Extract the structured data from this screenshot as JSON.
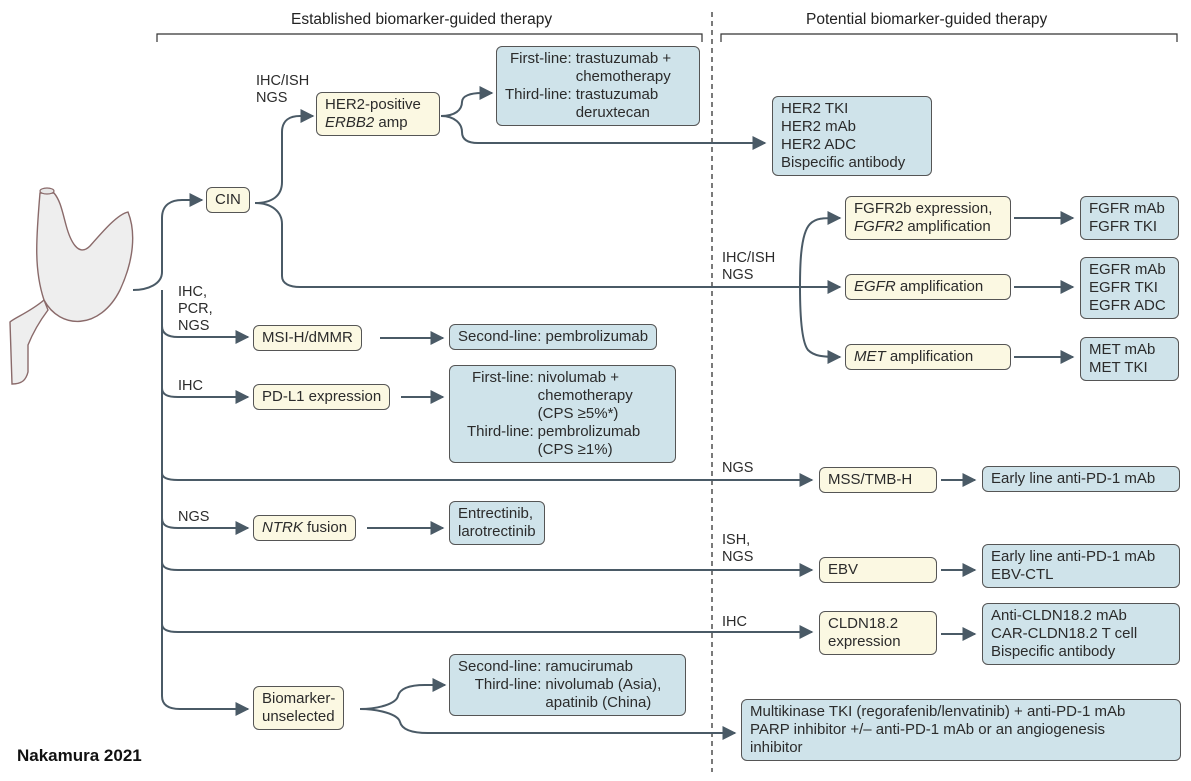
{
  "headers": {
    "established": "Established biomarker-guided therapy",
    "potential": "Potential biomarker-guided therapy"
  },
  "credit": "Nakamura 2021",
  "method_labels": {
    "her2": "IHC/ISH\nNGS",
    "msi": "IHC,\nPCR,\nNGS",
    "pdl1": "IHC",
    "ntrk": "NGS",
    "fgfr": "IHC/ISH\nNGS",
    "mss": "NGS",
    "ebv": "ISH,\nNGS",
    "cldn": "IHC"
  },
  "biomarkers": {
    "cin": "CIN",
    "her2_l1": "HER2-positive",
    "her2_l2a": "ERBB2",
    "her2_l2b": " amp",
    "msi": "MSI-H/dMMR",
    "pdl1": "PD-L1 expression",
    "ntrk_a": "NTRK",
    "ntrk_b": " fusion",
    "unsel_l1": "Biomarker-",
    "unsel_l2": "unselected",
    "fgfr_l1": "FGFR2b expression,",
    "fgfr_l2a": "FGFR2",
    "fgfr_l2b": " amplification",
    "egfr_a": "EGFR",
    "egfr_b": " amplification",
    "met_a": "MET",
    "met_b": " amplification",
    "mss": "MSS/TMB-H",
    "ebv": "EBV",
    "cldn_l1": "CLDN18.2",
    "cldn_l2": "expression"
  },
  "therapies": {
    "her2_est": [
      {
        "k": "First-line:",
        "v": "trastuzumab +"
      },
      {
        "k": "",
        "v": "chemotherapy"
      },
      {
        "k": "Third-line:",
        "v": "trastuzumab"
      },
      {
        "k": "",
        "v": "deruxtecan"
      }
    ],
    "her2_pot": [
      "HER2 TKI",
      "HER2 mAb",
      "HER2 ADC",
      "Bispecific antibody"
    ],
    "msi": "Second-line: pembrolizumab",
    "pdl1": [
      {
        "k": "First-line:",
        "v": "nivolumab +"
      },
      {
        "k": "",
        "v": "chemotherapy"
      },
      {
        "k": "",
        "v": "(CPS ≥5%*)"
      },
      {
        "k": "Third-line:",
        "v": "pembrolizumab"
      },
      {
        "k": "",
        "v": "(CPS ≥1%)"
      }
    ],
    "ntrk": [
      "Entrectinib,",
      "larotrectinib"
    ],
    "unsel": [
      {
        "k": "Second-line:",
        "v": "ramucirumab"
      },
      {
        "k": "Third-line:",
        "v": "nivolumab (Asia),"
      },
      {
        "k": "",
        "v": "apatinib (China)"
      }
    ],
    "unsel_pot": [
      "Multikinase TKI (regorafenib/lenvatinib) + anti-PD-1 mAb",
      "PARP inhibitor +/– anti-PD-1 mAb or an angiogenesis",
      "inhibitor"
    ],
    "fgfr": [
      "FGFR mAb",
      "FGFR TKI"
    ],
    "egfr": [
      "EGFR mAb",
      "EGFR TKI",
      "EGFR ADC"
    ],
    "met": [
      "MET mAb",
      "MET TKI"
    ],
    "mss": "Early line anti-PD-1 mAb",
    "ebv": [
      "Early line anti-PD-1 mAb",
      "EBV-CTL"
    ],
    "cldn": [
      "Anti-CLDN18.2 mAb",
      "CAR-CLDN18.2 T cell",
      "Bispecific antibody"
    ]
  },
  "colors": {
    "biomarker_box": "#fbf8e2",
    "therapy_box": "#cfe3ea",
    "line": "#4a5a66",
    "stomach": "#efefef"
  }
}
